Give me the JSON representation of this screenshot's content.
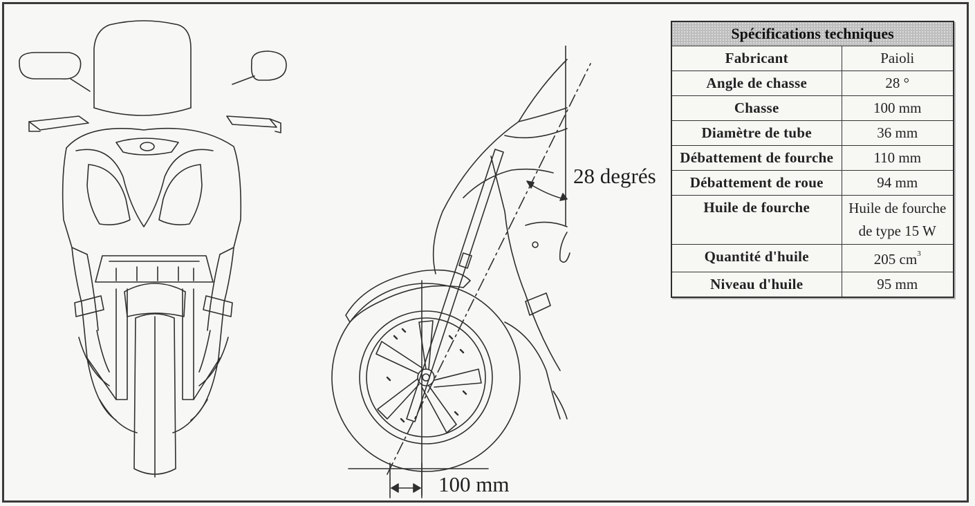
{
  "diagram": {
    "angle_label": "28 degrés",
    "trail_label": "100 mm"
  },
  "specs": {
    "title": "Spécifications techniques",
    "rows": [
      {
        "label": "Fabricant",
        "value": "Paioli"
      },
      {
        "label": "Angle de chasse",
        "value": "28 °"
      },
      {
        "label": "Chasse",
        "value": "100 mm"
      },
      {
        "label": "Diamètre de tube",
        "value": "36 mm"
      },
      {
        "label": "Débattement de fourche",
        "value": "110 mm"
      },
      {
        "label": "Débattement de roue",
        "value": "94 mm"
      },
      {
        "label": "Huile de fourche",
        "value": "Huile de fourche de type 15 W"
      },
      {
        "label": "Quantité d'huile",
        "value": "205 cm",
        "superscript": "3"
      },
      {
        "label": "Niveau d'huile",
        "value": "95 mm"
      }
    ]
  }
}
